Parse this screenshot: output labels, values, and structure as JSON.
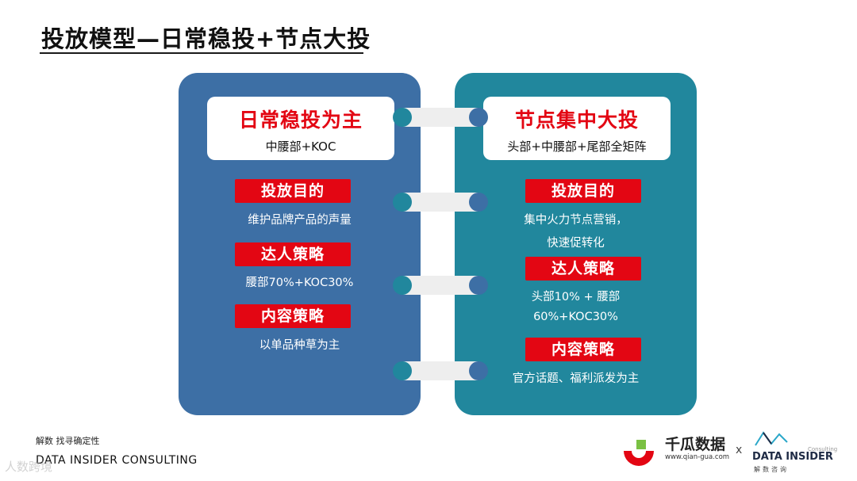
{
  "title": "投放模型—日常稳投+节点大投",
  "left": {
    "header_title": "日常稳投为主",
    "header_sub": "中腰部+KOC",
    "sections": [
      {
        "tag": "投放目的",
        "lines": [
          "维护品牌产品的声量"
        ]
      },
      {
        "tag": "达人策略",
        "lines": [
          "腰部70%+KOC30%"
        ]
      },
      {
        "tag": "内容策略",
        "lines": [
          "以单品种草为主"
        ]
      }
    ]
  },
  "right": {
    "header_title": "节点集中大投",
    "header_sub": "头部+中腰部+尾部全矩阵",
    "sections": [
      {
        "tag": "投放目的",
        "lines": [
          "集中火力节点营销，",
          "快速促转化"
        ]
      },
      {
        "tag": "达人策略",
        "lines": [
          "头部10% + 腰部",
          "60%+KOC30%"
        ]
      },
      {
        "tag": "内容策略",
        "lines": [
          "官方话题、福利派发为主"
        ]
      }
    ]
  },
  "footer": {
    "tagline": "解数 找寻确定性",
    "company": "DATA INSIDER CONSULTING",
    "watermark": "人数跨境",
    "logo1_name": "千瓜数据",
    "logo1_url": "www.qian-gua.com",
    "separator": "x",
    "logo2_name": "DATA INSIDER",
    "logo2_consulting": "Consulting",
    "logo2_sub": "解数咨询"
  },
  "colors": {
    "left_panel": "#3d6fa5",
    "right_panel": "#21879d",
    "accent_red": "#e30613"
  }
}
